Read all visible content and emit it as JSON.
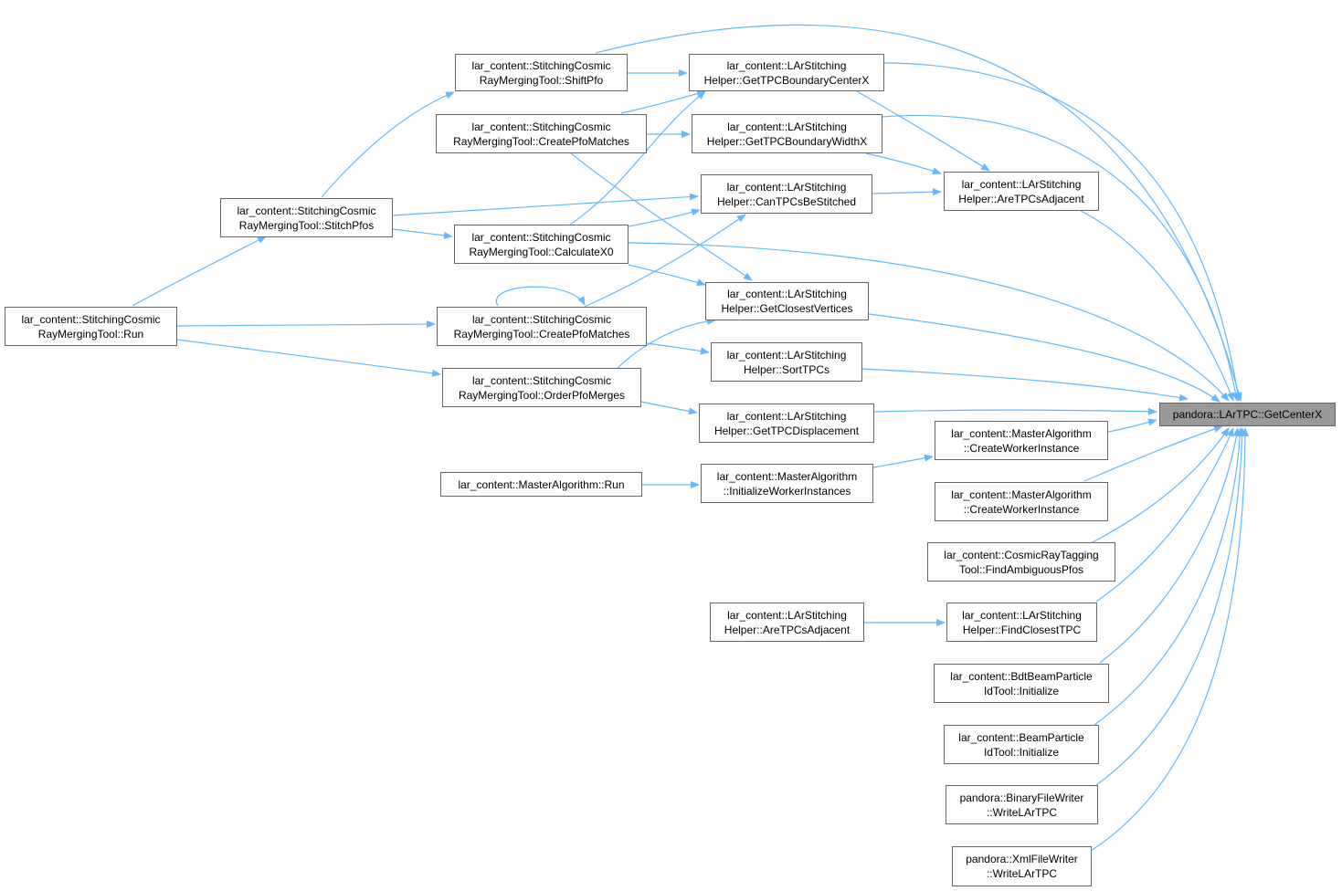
{
  "colors": {
    "edge": "#63b8ff",
    "node_border": "#666666",
    "target_fill": "#999999"
  },
  "nodes": {
    "target": {
      "lines": [
        "pandora::LArTPC::GetCenterX"
      ]
    },
    "shift_pfo": {
      "lines": [
        "lar_content::StitchingCosmic",
        "RayMergingTool::ShiftPfo"
      ]
    },
    "create_pfo_matches_a": {
      "lines": [
        "lar_content::StitchingCosmic",
        "RayMergingTool::CreatePfoMatches"
      ]
    },
    "stitch_pfos": {
      "lines": [
        "lar_content::StitchingCosmic",
        "RayMergingTool::StitchPfos"
      ]
    },
    "calculate_x0": {
      "lines": [
        "lar_content::StitchingCosmic",
        "RayMergingTool::CalculateX0"
      ]
    },
    "run": {
      "lines": [
        "lar_content::StitchingCosmic",
        "RayMergingTool::Run"
      ]
    },
    "create_pfo_matches_b": {
      "lines": [
        "lar_content::StitchingCosmic",
        "RayMergingTool::CreatePfoMatches"
      ]
    },
    "order_pfo_merges": {
      "lines": [
        "lar_content::StitchingCosmic",
        "RayMergingTool::OrderPfoMerges"
      ]
    },
    "master_run": {
      "lines": [
        "lar_content::MasterAlgorithm::Run"
      ]
    },
    "tpc_boundary_center": {
      "lines": [
        "lar_content::LArStitching",
        "Helper::GetTPCBoundaryCenterX"
      ]
    },
    "tpc_boundary_width": {
      "lines": [
        "lar_content::LArStitching",
        "Helper::GetTPCBoundaryWidthX"
      ]
    },
    "can_tpcs_be_stitched": {
      "lines": [
        "lar_content::LArStitching",
        "Helper::CanTPCsBeStitched"
      ]
    },
    "closest_vertices": {
      "lines": [
        "lar_content::LArStitching",
        "Helper::GetClosestVertices"
      ]
    },
    "sort_tpcs": {
      "lines": [
        "lar_content::LArStitching",
        "Helper::SortTPCs"
      ]
    },
    "tpc_displacement": {
      "lines": [
        "lar_content::LArStitching",
        "Helper::GetTPCDisplacement"
      ]
    },
    "init_worker_instances": {
      "lines": [
        "lar_content::MasterAlgorithm",
        "::InitializeWorkerInstances"
      ]
    },
    "are_tpcs_adjacent_left": {
      "lines": [
        "lar_content::LArStitching",
        "Helper::AreTPCsAdjacent"
      ]
    },
    "are_tpcs_adjacent": {
      "lines": [
        "lar_content::LArStitching",
        "Helper::AreTPCsAdjacent"
      ]
    },
    "create_worker_a": {
      "lines": [
        "lar_content::MasterAlgorithm",
        "::CreateWorkerInstance"
      ]
    },
    "create_worker_b": {
      "lines": [
        "lar_content::MasterAlgorithm",
        "::CreateWorkerInstance"
      ]
    },
    "find_ambiguous_pfos": {
      "lines": [
        "lar_content::CosmicRayTagging",
        "Tool::FindAmbiguousPfos"
      ]
    },
    "find_closest_tpc": {
      "lines": [
        "lar_content::LArStitching",
        "Helper::FindClosestTPC"
      ]
    },
    "bdt_initialize": {
      "lines": [
        "lar_content::BdtBeamParticle",
        "IdTool::Initialize"
      ]
    },
    "beam_initialize": {
      "lines": [
        "lar_content::BeamParticle",
        "IdTool::Initialize"
      ]
    },
    "binary_writer": {
      "lines": [
        "pandora::BinaryFileWriter",
        "::WriteLArTPC"
      ]
    },
    "xml_writer": {
      "lines": [
        "pandora::XmlFileWriter",
        "::WriteLArTPC"
      ]
    }
  }
}
